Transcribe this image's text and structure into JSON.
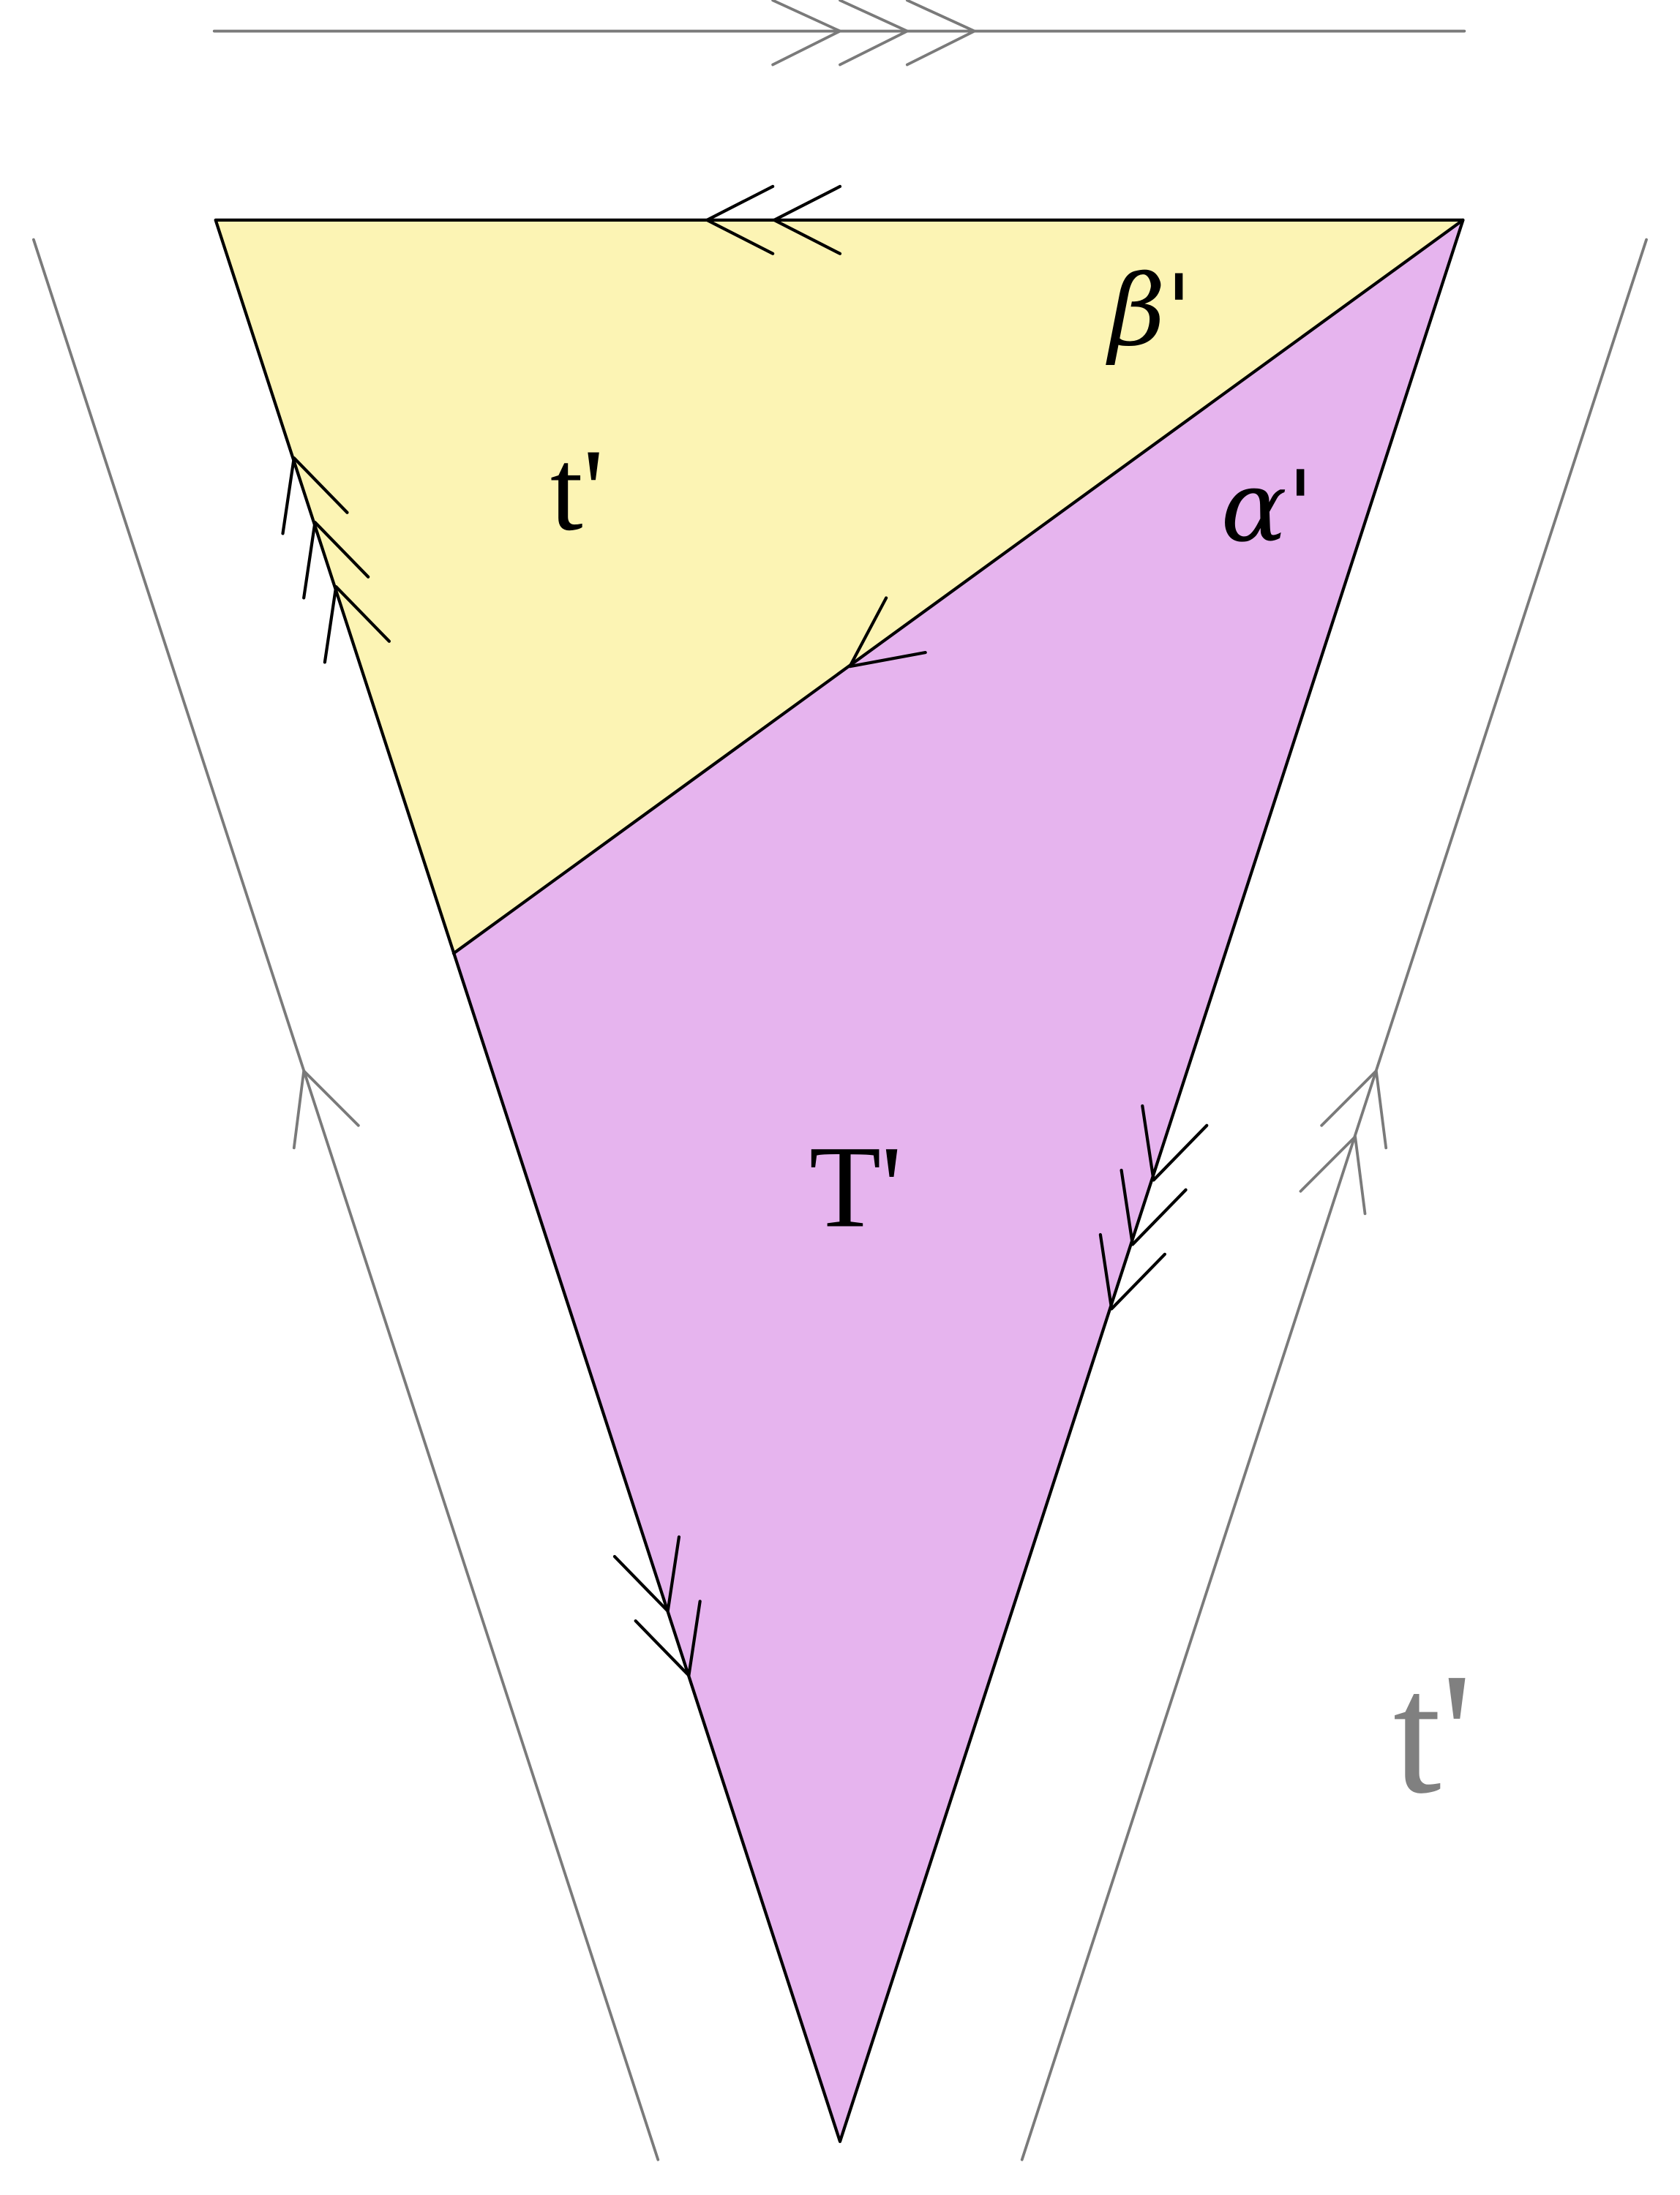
{
  "regions": [
    {
      "id": "small-triangle",
      "label": "t'",
      "fill": "#fcf4b4"
    },
    {
      "id": "large-region",
      "label": "T'",
      "fill": "#e6b4ee"
    }
  ],
  "angle_labels": {
    "beta": "β'",
    "alpha": "α'"
  },
  "outer_label": "t'",
  "colors": {
    "edge": "#000000",
    "guide": "#7a7a7a",
    "label_gray": "#808080",
    "yellow": "#fcf4b4",
    "violet": "#e6b4ee"
  },
  "edge_markings": {
    "top_edge": {
      "arrows": 2,
      "direction": "left"
    },
    "top_guide": {
      "arrows": 3,
      "direction": "right"
    },
    "left_upper_edge": {
      "arrows": 3,
      "direction": "up"
    },
    "left_lower_edge": {
      "arrows": 2,
      "direction": "down"
    },
    "right_edge": {
      "arrows": 3,
      "direction": "down"
    },
    "diagonal": {
      "arrows": 1,
      "direction": "down-left"
    },
    "left_guide": {
      "arrows": 1,
      "direction": "up"
    },
    "right_guide": {
      "arrows": 2,
      "direction": "up"
    }
  }
}
